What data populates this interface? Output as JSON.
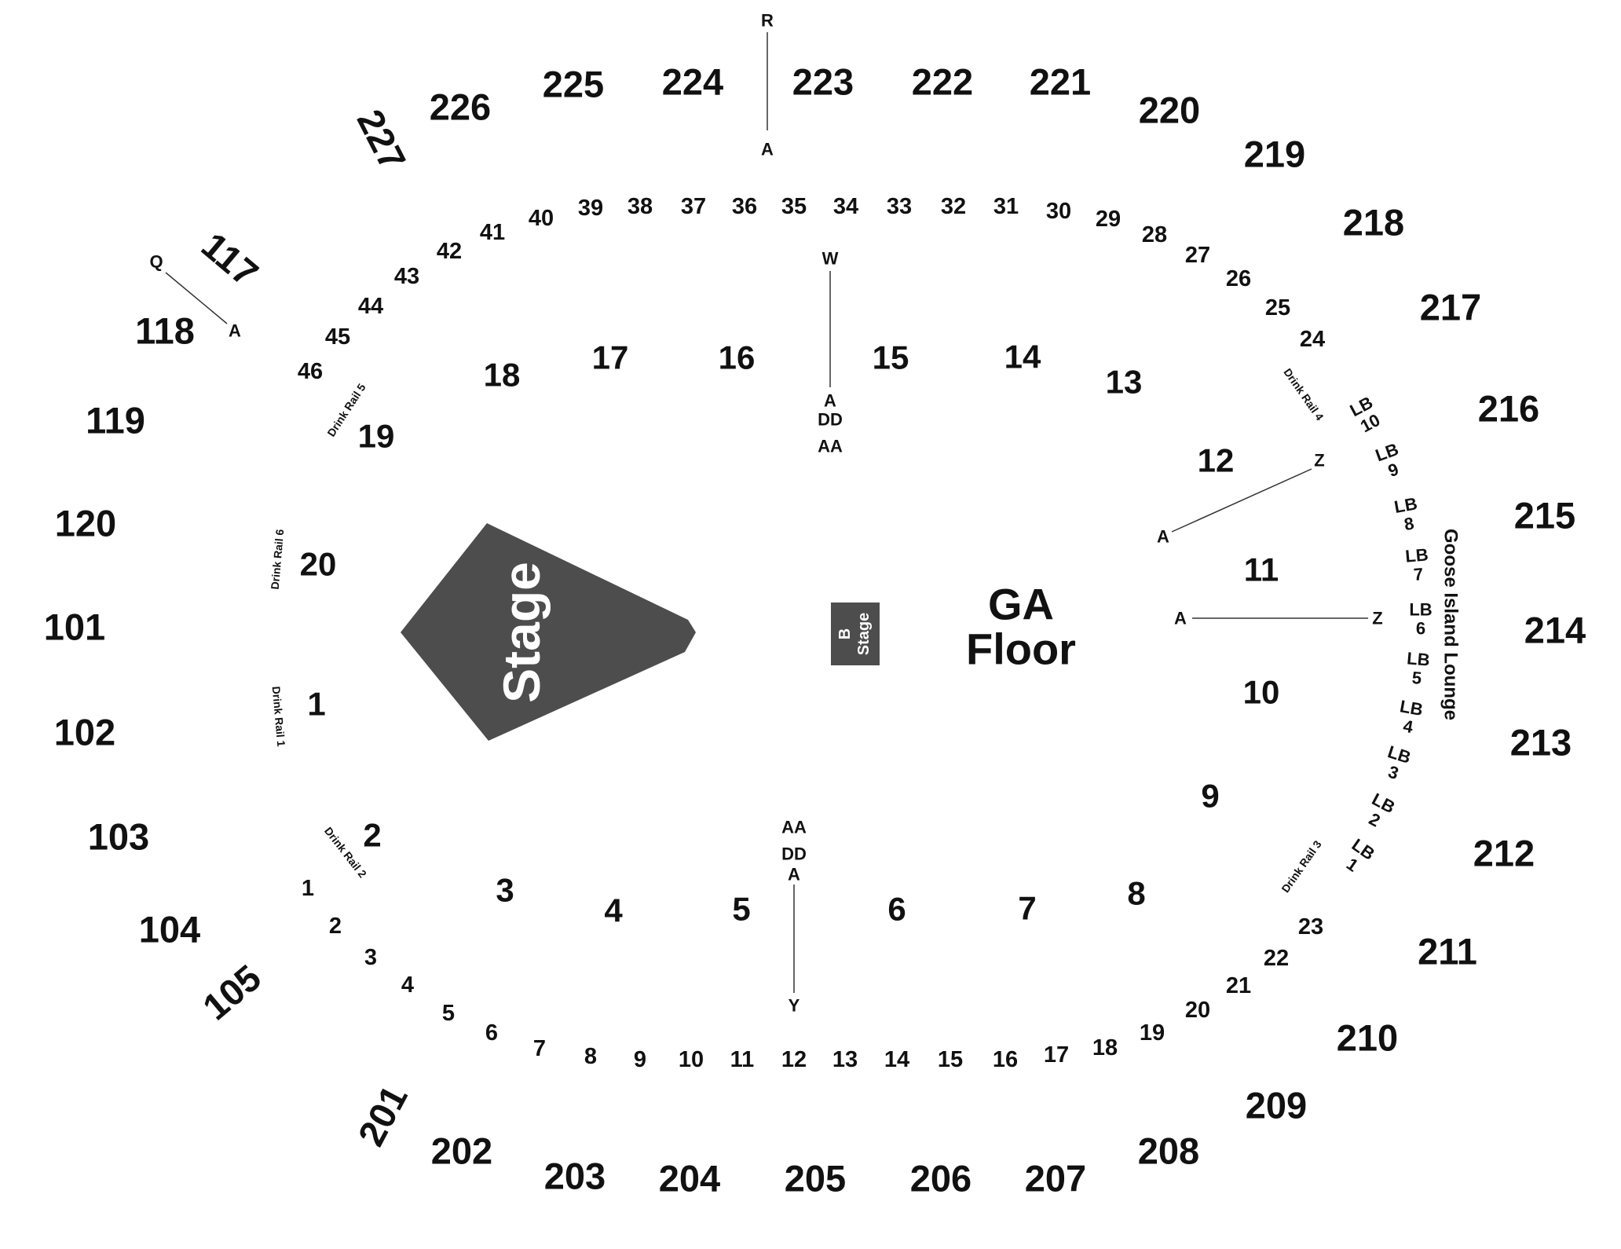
{
  "colors": {
    "stage": "#4d4d4d",
    "text": "#111111",
    "background": "#ffffff"
  },
  "stage": {
    "main_label": "Stage",
    "b_stage_line1": "B",
    "b_stage_line2": "Stage"
  },
  "ga_floor": {
    "line1": "GA",
    "line2": "Floor"
  },
  "goose_island_lounge": "Goose Island Lounge",
  "drink_rails": {
    "rail1": "Drink Rail 1",
    "rail2": "Drink Rail 2",
    "rail3": "Drink Rail 3",
    "rail4": "Drink Rail 4",
    "rail5": "Drink Rail 5",
    "rail6": "Drink Rail 6"
  },
  "sections_200": {
    "s201": "201",
    "s202": "202",
    "s203": "203",
    "s204": "204",
    "s205": "205",
    "s206": "206",
    "s207": "207",
    "s208": "208",
    "s209": "209",
    "s210": "210",
    "s211": "211",
    "s212": "212",
    "s213": "213",
    "s214": "214",
    "s215": "215",
    "s216": "216",
    "s217": "217",
    "s218": "218",
    "s219": "219",
    "s220": "220",
    "s221": "221",
    "s222": "222",
    "s223": "223",
    "s224": "224",
    "s225": "225",
    "s226": "226",
    "s227": "227"
  },
  "sections_100": {
    "s101": "101",
    "s102": "102",
    "s103": "103",
    "s104": "104",
    "s105": "105",
    "s117": "117",
    "s118": "118",
    "s119": "119",
    "s120": "120"
  },
  "floor_sections": {
    "f1": "1",
    "f2": "2",
    "f3": "3",
    "f4": "4",
    "f5": "5",
    "f6": "6",
    "f7": "7",
    "f8": "8",
    "f9": "9",
    "f10": "10",
    "f11": "11",
    "f12": "12",
    "f13": "13",
    "f14": "14",
    "f15": "15",
    "f16": "16",
    "f17": "17",
    "f18": "18",
    "f19": "19",
    "f20": "20"
  },
  "ring_sections": {
    "r1": "1",
    "r2": "2",
    "r3": "3",
    "r4": "4",
    "r5": "5",
    "r6": "6",
    "r7": "7",
    "r8": "8",
    "r9": "9",
    "r10": "10",
    "r11": "11",
    "r12": "12",
    "r13": "13",
    "r14": "14",
    "r15": "15",
    "r16": "16",
    "r17": "17",
    "r18": "18",
    "r19": "19",
    "r20": "20",
    "r21": "21",
    "r22": "22",
    "r23": "23",
    "r24": "24",
    "r25": "25",
    "r26": "26",
    "r27": "27",
    "r28": "28",
    "r29": "29",
    "r30": "30",
    "r31": "31",
    "r32": "32",
    "r33": "33",
    "r34": "34",
    "r35": "35",
    "r36": "36",
    "r37": "37",
    "r38": "38",
    "r39": "39",
    "r40": "40",
    "r41": "41",
    "r42": "42",
    "r43": "43",
    "r44": "44",
    "r45": "45",
    "r46": "46"
  },
  "loge_boxes": {
    "lb1": {
      "prefix": "LB",
      "num": "1"
    },
    "lb2": {
      "prefix": "LB",
      "num": "2"
    },
    "lb3": {
      "prefix": "LB",
      "num": "3"
    },
    "lb4": {
      "prefix": "LB",
      "num": "4"
    },
    "lb5": {
      "prefix": "LB",
      "num": "5"
    },
    "lb6": {
      "prefix": "LB",
      "num": "6"
    },
    "lb7": {
      "prefix": "LB",
      "num": "7"
    },
    "lb8": {
      "prefix": "LB",
      "num": "8"
    },
    "lb9": {
      "prefix": "LB",
      "num": "9"
    },
    "lb10": {
      "prefix": "LB",
      "num": "10"
    }
  },
  "row_markers": {
    "top_start": "R",
    "top_end": "A",
    "left_start": "Q",
    "left_end": "A",
    "floor_top_w": "W",
    "floor_top_a": "A",
    "floor_top_dd": "DD",
    "floor_top_aa": "AA",
    "floor_bottom_aa": "AA",
    "floor_bottom_dd": "DD",
    "floor_bottom_a": "A",
    "floor_bottom_y": "Y",
    "right_upper_a": "A",
    "right_upper_z": "Z",
    "right_mid_a": "A",
    "right_mid_z": "Z"
  }
}
